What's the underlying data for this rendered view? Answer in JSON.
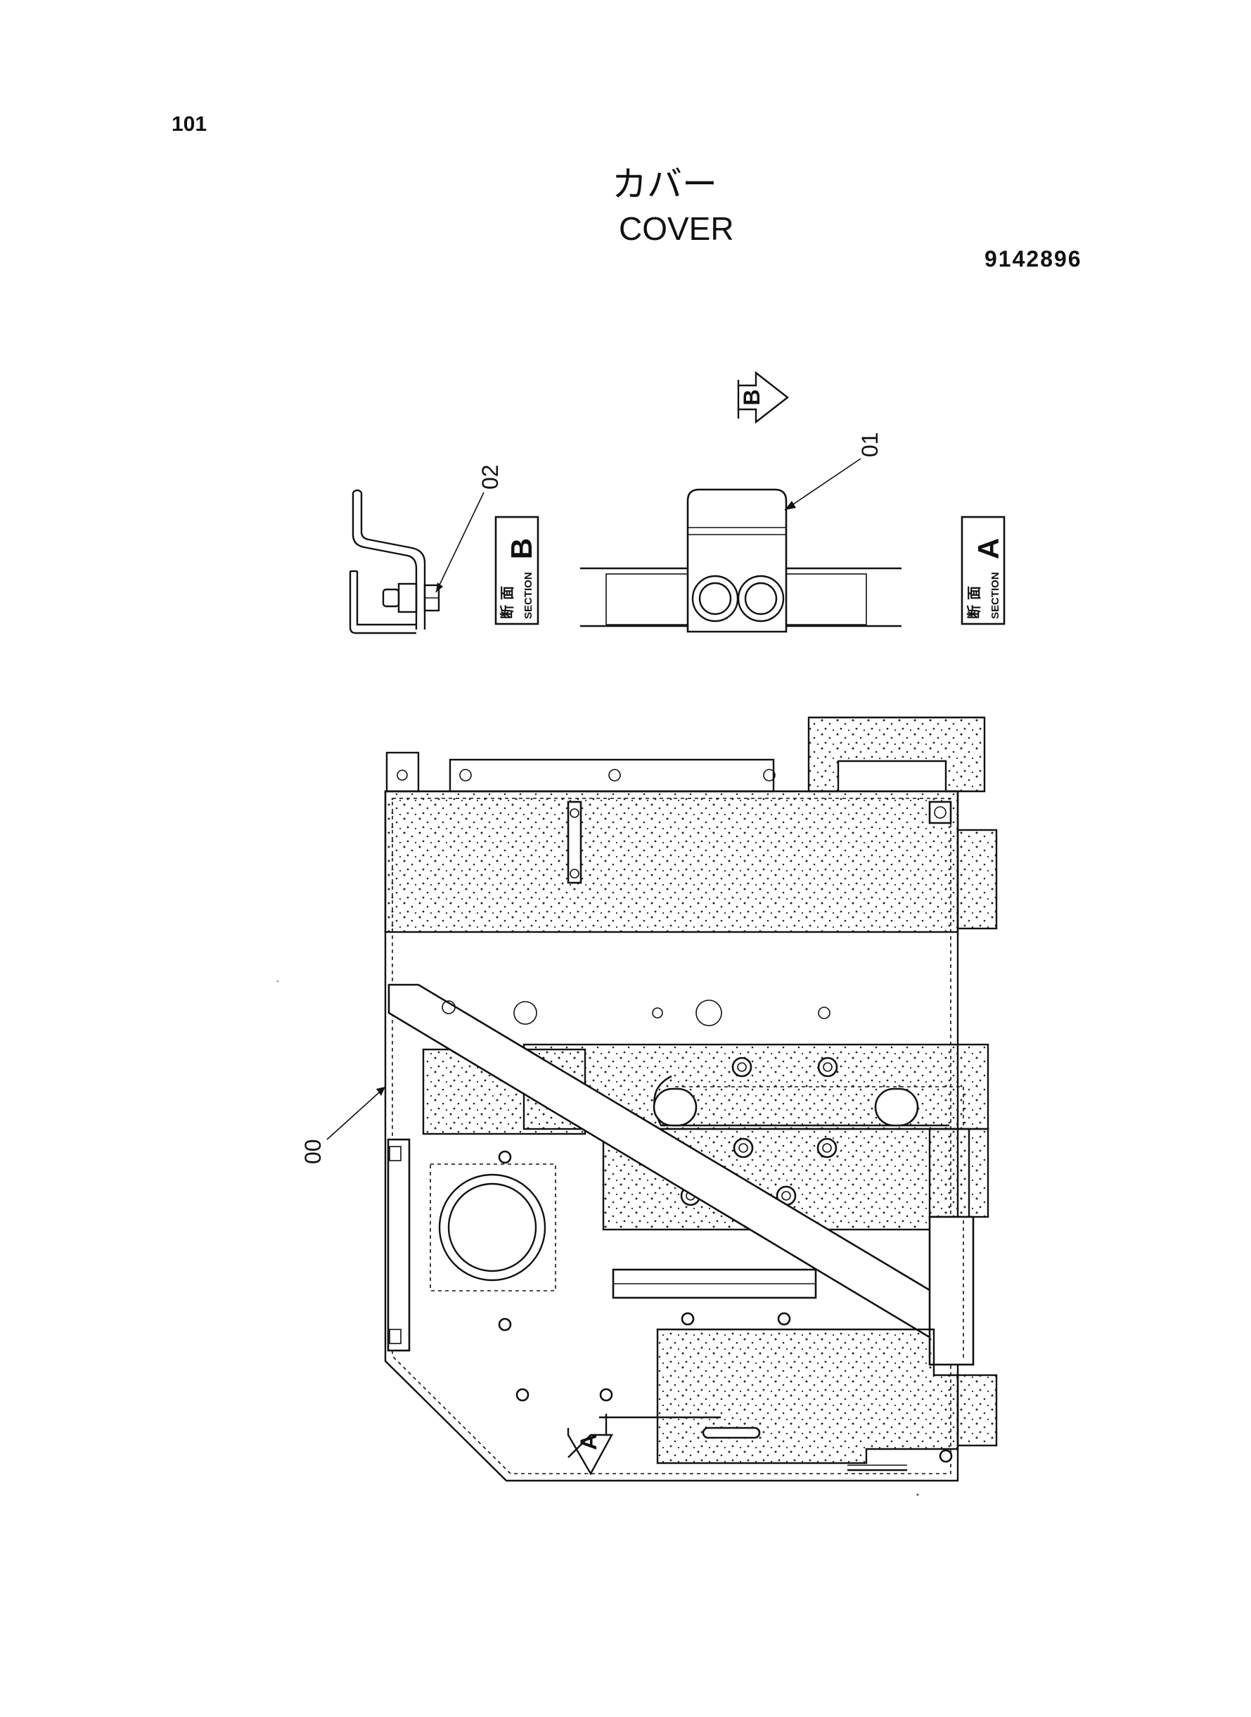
{
  "page_number": "101",
  "title_jp": "カバー",
  "title_en": "COVER",
  "part_number": "9142896",
  "callouts": {
    "c00": "00",
    "c01": "01",
    "c02": "02"
  },
  "section_b": {
    "letter": "B",
    "jp": "断 面",
    "en": "SECTION"
  },
  "section_a": {
    "letter": "A",
    "jp": "断 面",
    "en": "SECTION"
  },
  "view_arrow_b": "B",
  "view_arrow_a": "A"
}
